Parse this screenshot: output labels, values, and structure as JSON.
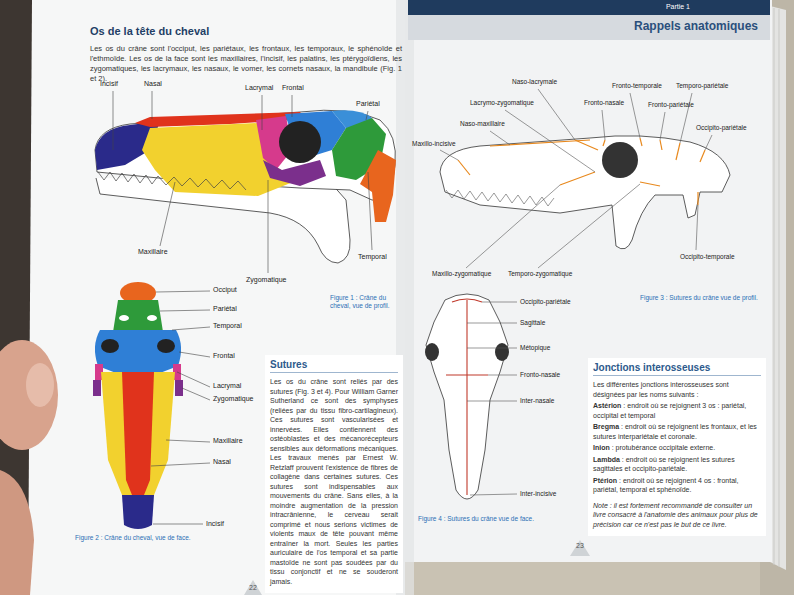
{
  "diagram": {
    "title": "Os de la tête du cheval",
    "nodes": [
      {
        "text": [
          "Partie 1",
          "Rappels anatomiques"
        ]
      },
      {
        "text": [
          "Sutures",
          "Les os du crâne sont reliés par des sutures (Fig. 3 et 4). Pour William Garner Sutherland ce sont des symphyses (reliées par du tissu fibro-cartilagineux). Ces sutures sont vascularisées et innervées. Elles contiennent des ostéoblastes et des mécanorécepteurs sensibles aux déformations mécaniques. Les travaux menés par Ernest W. Retzlaff prouvent l'existence de fibres de collagène dans certaines sutures. Ces sutures sont indispensables aux mouvements du crâne. Sans elles, à la moindre augmentation de la pression intracrânienne, le cerveau serait comprimé et nous serions victimes de violents maux de tête pouvant même entraîner la mort. Seules les parties auriculaire de l'os temporal et sa partie mastoïde ne sont pas soudées par du tissu conjonctif et ne se souderont jamais."
        ]
      },
      {
        "text": [
          "Jonctions interosseuses",
          "Les différentes jonctions interosseuses sont désignées par les noms suivants :",
          "Astérion : endroit où se rejoignent 3 os : pariétal, occipital et temporal",
          "Bregma : endroit où se rejoignent les frontaux, et les sutures interpariétale et coronale.",
          "Inion : protubérance occipitale externe.",
          "Lambda : endroit où se rejoignent les sutures sagittales et occipito-pariétale.",
          "Ptérion : endroit où se rejoignent 4 os : frontal, pariétal, temporal et sphénoïde.",
          "Note : il est fortement recommandé de consulter un livre consacré à l'anatomie des animaux pour plus de précision car ce n'est pas le but de ce livre."
        ]
      }
    ],
    "labels": [
      "Les os du crâne sont l'occiput, les pariétaux, les frontaux, les temporaux, le sphénoïde et l'ethmoïde. Les os de la face sont les maxillaires, l'incisif, les palatins, les ptérygoïdiens, les zygomatiques, les lacrymaux, les nasaux, le vomer, les cornets nasaux, la mandibule (Fig. 1 et 2).",
      "Incisif",
      "Nasal",
      "Lacrymal",
      "Frontal",
      "Pariétal",
      "Maxillaire",
      "Zygomatique",
      "Temporal",
      "Figure 1 : Crâne du cheval, vue de profil.",
      "Occiput",
      "Pariétal",
      "Temporal",
      "Frontal",
      "Lacrymal",
      "Zygomatique",
      "Maxillaire",
      "Nasal",
      "Incisif",
      "Figure 2 : Crâne du cheval, vue de face.",
      "22",
      "Naso-lacrymale",
      "Fronto-temporale",
      "Temporo-pariétale",
      "Lacrymo-zygomatique",
      "Fronto-nasale",
      "Fronto-pariétale",
      "Naso-maxillaire",
      "Occipito-pariétale",
      "Maxillo-incisive",
      "Maxillo-zygomatique",
      "Temporo-zygomatique",
      "Occipito-temporale",
      "Figure 3 : Sutures du crâne vue de profil.",
      "Occipito-pariétale",
      "Sagittale",
      "Métopique",
      "Fronto-nasale",
      "Inter-nasale",
      "Inter-incisive",
      "Figure 4 : Sutures du crâne vue de face.",
      "23"
    ]
  }
}
